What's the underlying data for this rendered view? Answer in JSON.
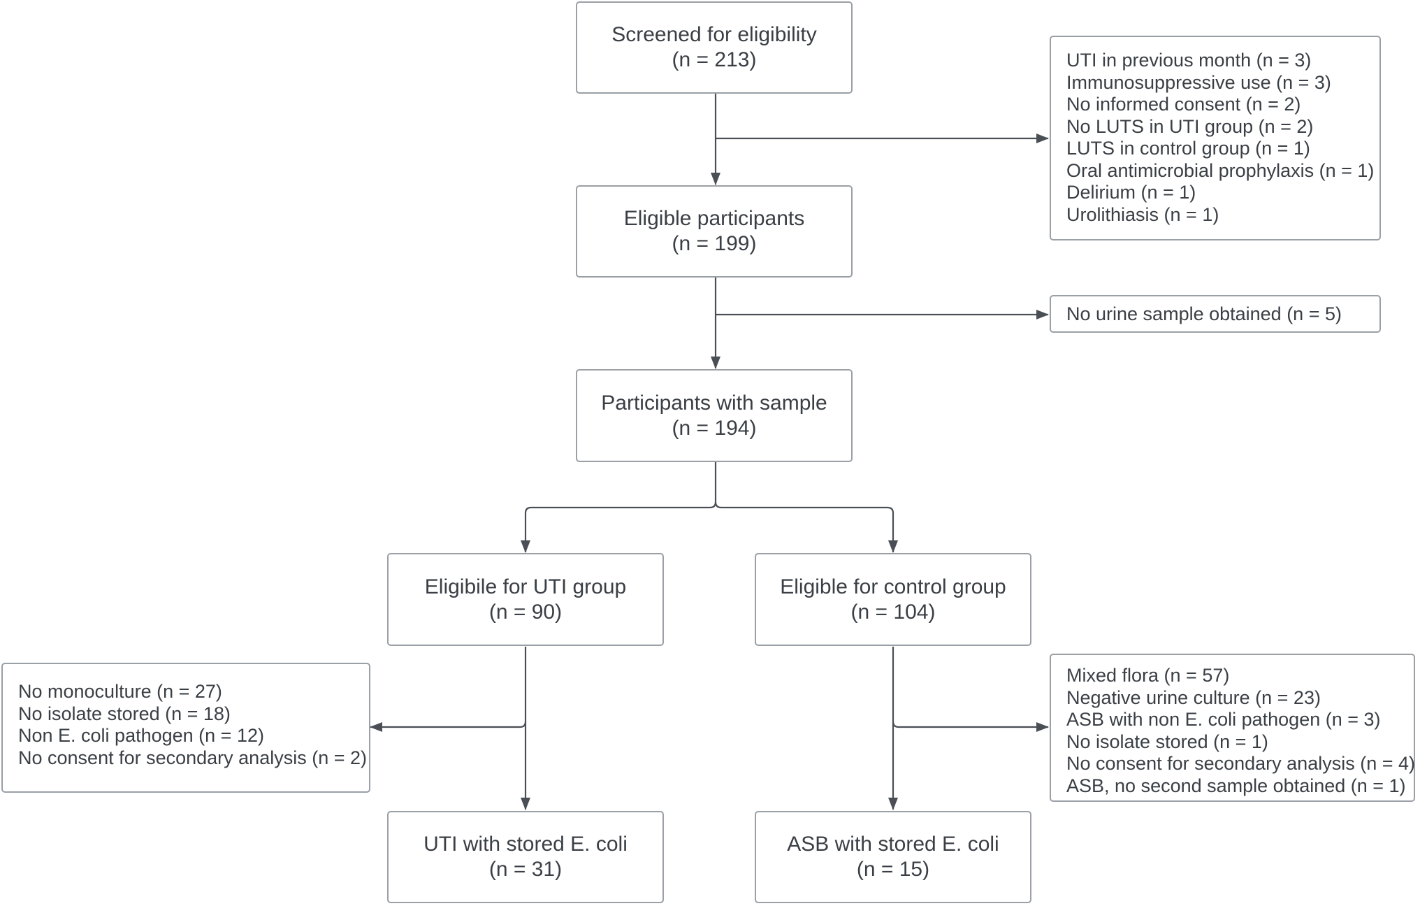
{
  "screened": {
    "title": "Screened for eligibility",
    "count": "(n = 213)"
  },
  "exclusions_1": [
    "UTI in previous month (n = 3)",
    "Immunosuppressive use (n = 3)",
    "No informed consent (n = 2)",
    "No LUTS in UTI group (n = 2)",
    "LUTS in control group (n = 1)",
    "Oral antimicrobial prophylaxis (n = 1)",
    "Delirium (n = 1)",
    "Urolithiasis (n = 1)"
  ],
  "eligible": {
    "title": "Eligible participants",
    "count": "(n = 199)"
  },
  "exclusions_2": [
    "No urine sample obtained (n = 5)"
  ],
  "with_sample": {
    "title": "Participants with sample",
    "count": "(n = 194)"
  },
  "uti_group": {
    "title": "Eligibile for UTI group",
    "count": "(n = 90)"
  },
  "control_group": {
    "title": "Eligible for control group",
    "count": "(n = 104)"
  },
  "uti_exclusions": [
    "No monoculture (n = 27)",
    "No isolate stored (n = 18)",
    "Non E. coli pathogen (n = 12)",
    "No consent for secondary analysis (n = 2)"
  ],
  "control_exclusions": [
    "Mixed flora (n = 57)",
    "Negative urine culture (n = 23)",
    "ASB with non E. coli pathogen (n = 3)",
    "No isolate stored (n = 1)",
    "No consent for secondary analysis (n = 4)",
    "ASB, no second sample obtained (n = 1)"
  ],
  "uti_stored": {
    "title": "UTI with stored E. coli",
    "count": "(n = 31)"
  },
  "asb_stored": {
    "title": "ASB with stored E. coli",
    "count": "(n = 15)"
  },
  "colors": {
    "line": "#4a4f55",
    "border": "#9aa0a6",
    "text": "#3a3f45"
  }
}
